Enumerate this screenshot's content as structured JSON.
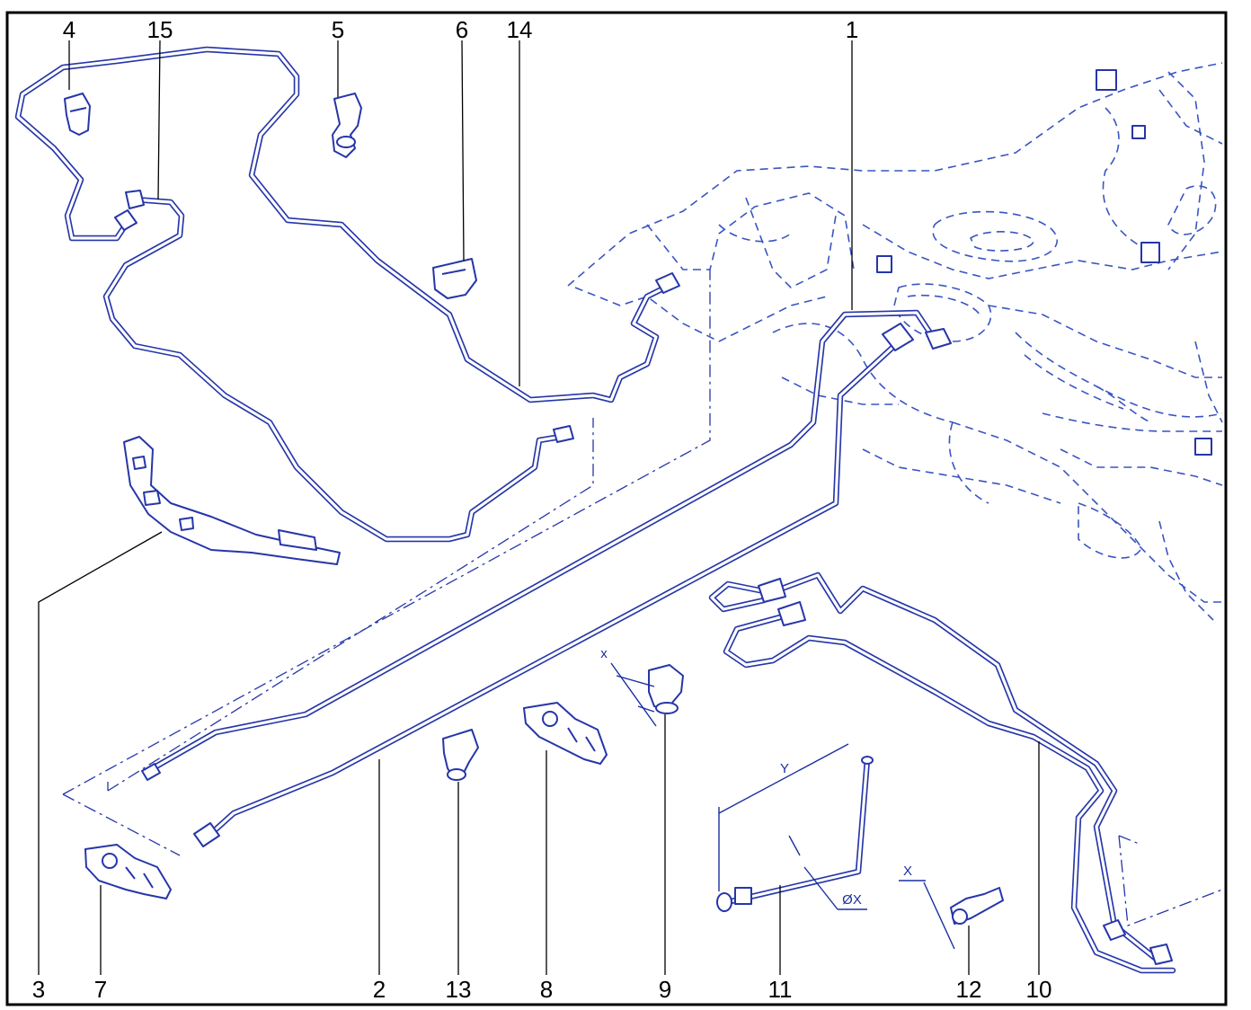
{
  "diagram": {
    "callouts": [
      "1",
      "2",
      "3",
      "4",
      "5",
      "6",
      "7",
      "8",
      "9",
      "10",
      "11",
      "12",
      "13",
      "14",
      "15"
    ],
    "dimension_labels": {
      "length": "Y",
      "diameter": "ØX",
      "clip_width": "x",
      "union_width": "X"
    }
  },
  "colors": {
    "line": "#2636a8",
    "ghost": "#3a55c0",
    "labels": "#000000"
  }
}
